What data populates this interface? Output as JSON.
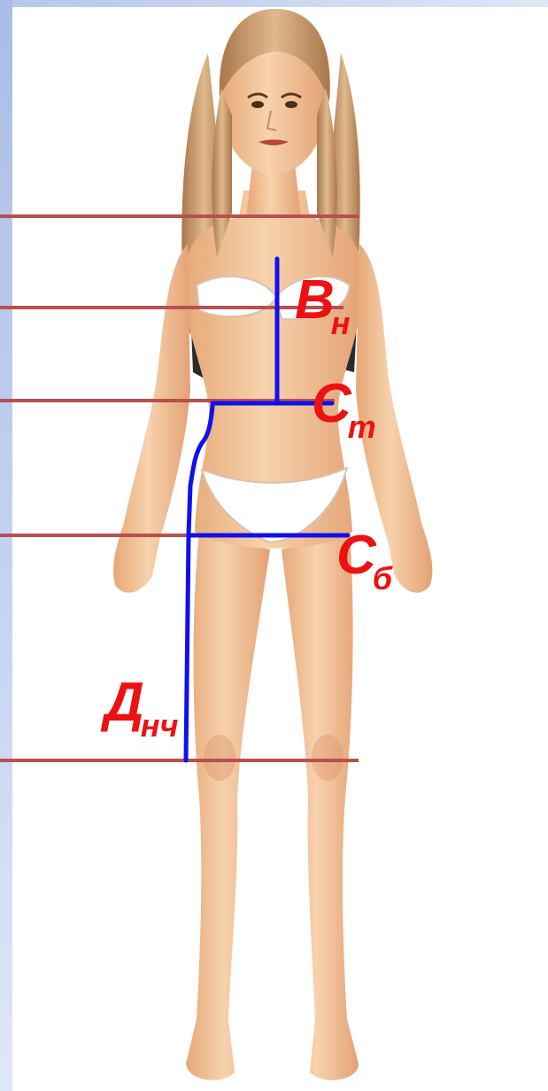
{
  "labels": {
    "vn": {
      "main": "В",
      "sub": "н"
    },
    "st": {
      "main": "С",
      "sub": "т"
    },
    "sb": {
      "main": "С",
      "sub": "б"
    },
    "dnch": {
      "main": "Д",
      "sub": "нч"
    }
  },
  "colors": {
    "label": "#ee1111",
    "measure_line": "#1010ee",
    "level_line": "#b85050",
    "skin": "#f2c49a",
    "hair": "#c89766",
    "underwear": "#ffffff"
  },
  "icons": [
    "female-figure"
  ]
}
